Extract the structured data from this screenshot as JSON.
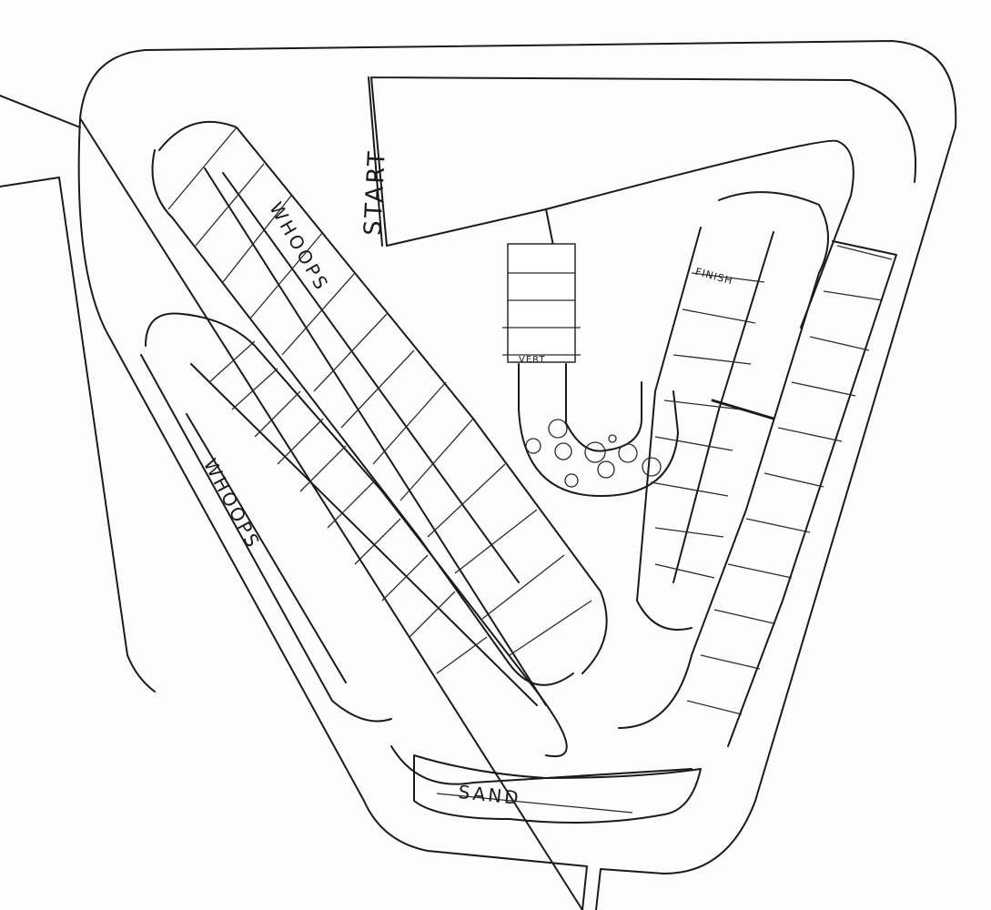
{
  "diagram": {
    "type": "track-layout-sketch",
    "style": "hand-drawn pencil",
    "ink_color": "#1a1a1a",
    "paper_color": "#fdfdfd"
  },
  "labels": {
    "start": "START",
    "finish": "FINISH",
    "vert": "VERT",
    "whoops_upper": "WHOOPS",
    "whoops_lower": "WHOOPS",
    "sand": "SAND"
  },
  "features": [
    {
      "name": "start-gate",
      "label": "START"
    },
    {
      "name": "whoops-section-upper",
      "label": "WHOOPS"
    },
    {
      "name": "whoops-section-lower",
      "label": "WHOOPS"
    },
    {
      "name": "vert-jump",
      "label": "VERT"
    },
    {
      "name": "finish-line",
      "label": "FINISH"
    },
    {
      "name": "sand-section",
      "label": "SAND"
    },
    {
      "name": "boulder-field",
      "count": 10
    }
  ]
}
